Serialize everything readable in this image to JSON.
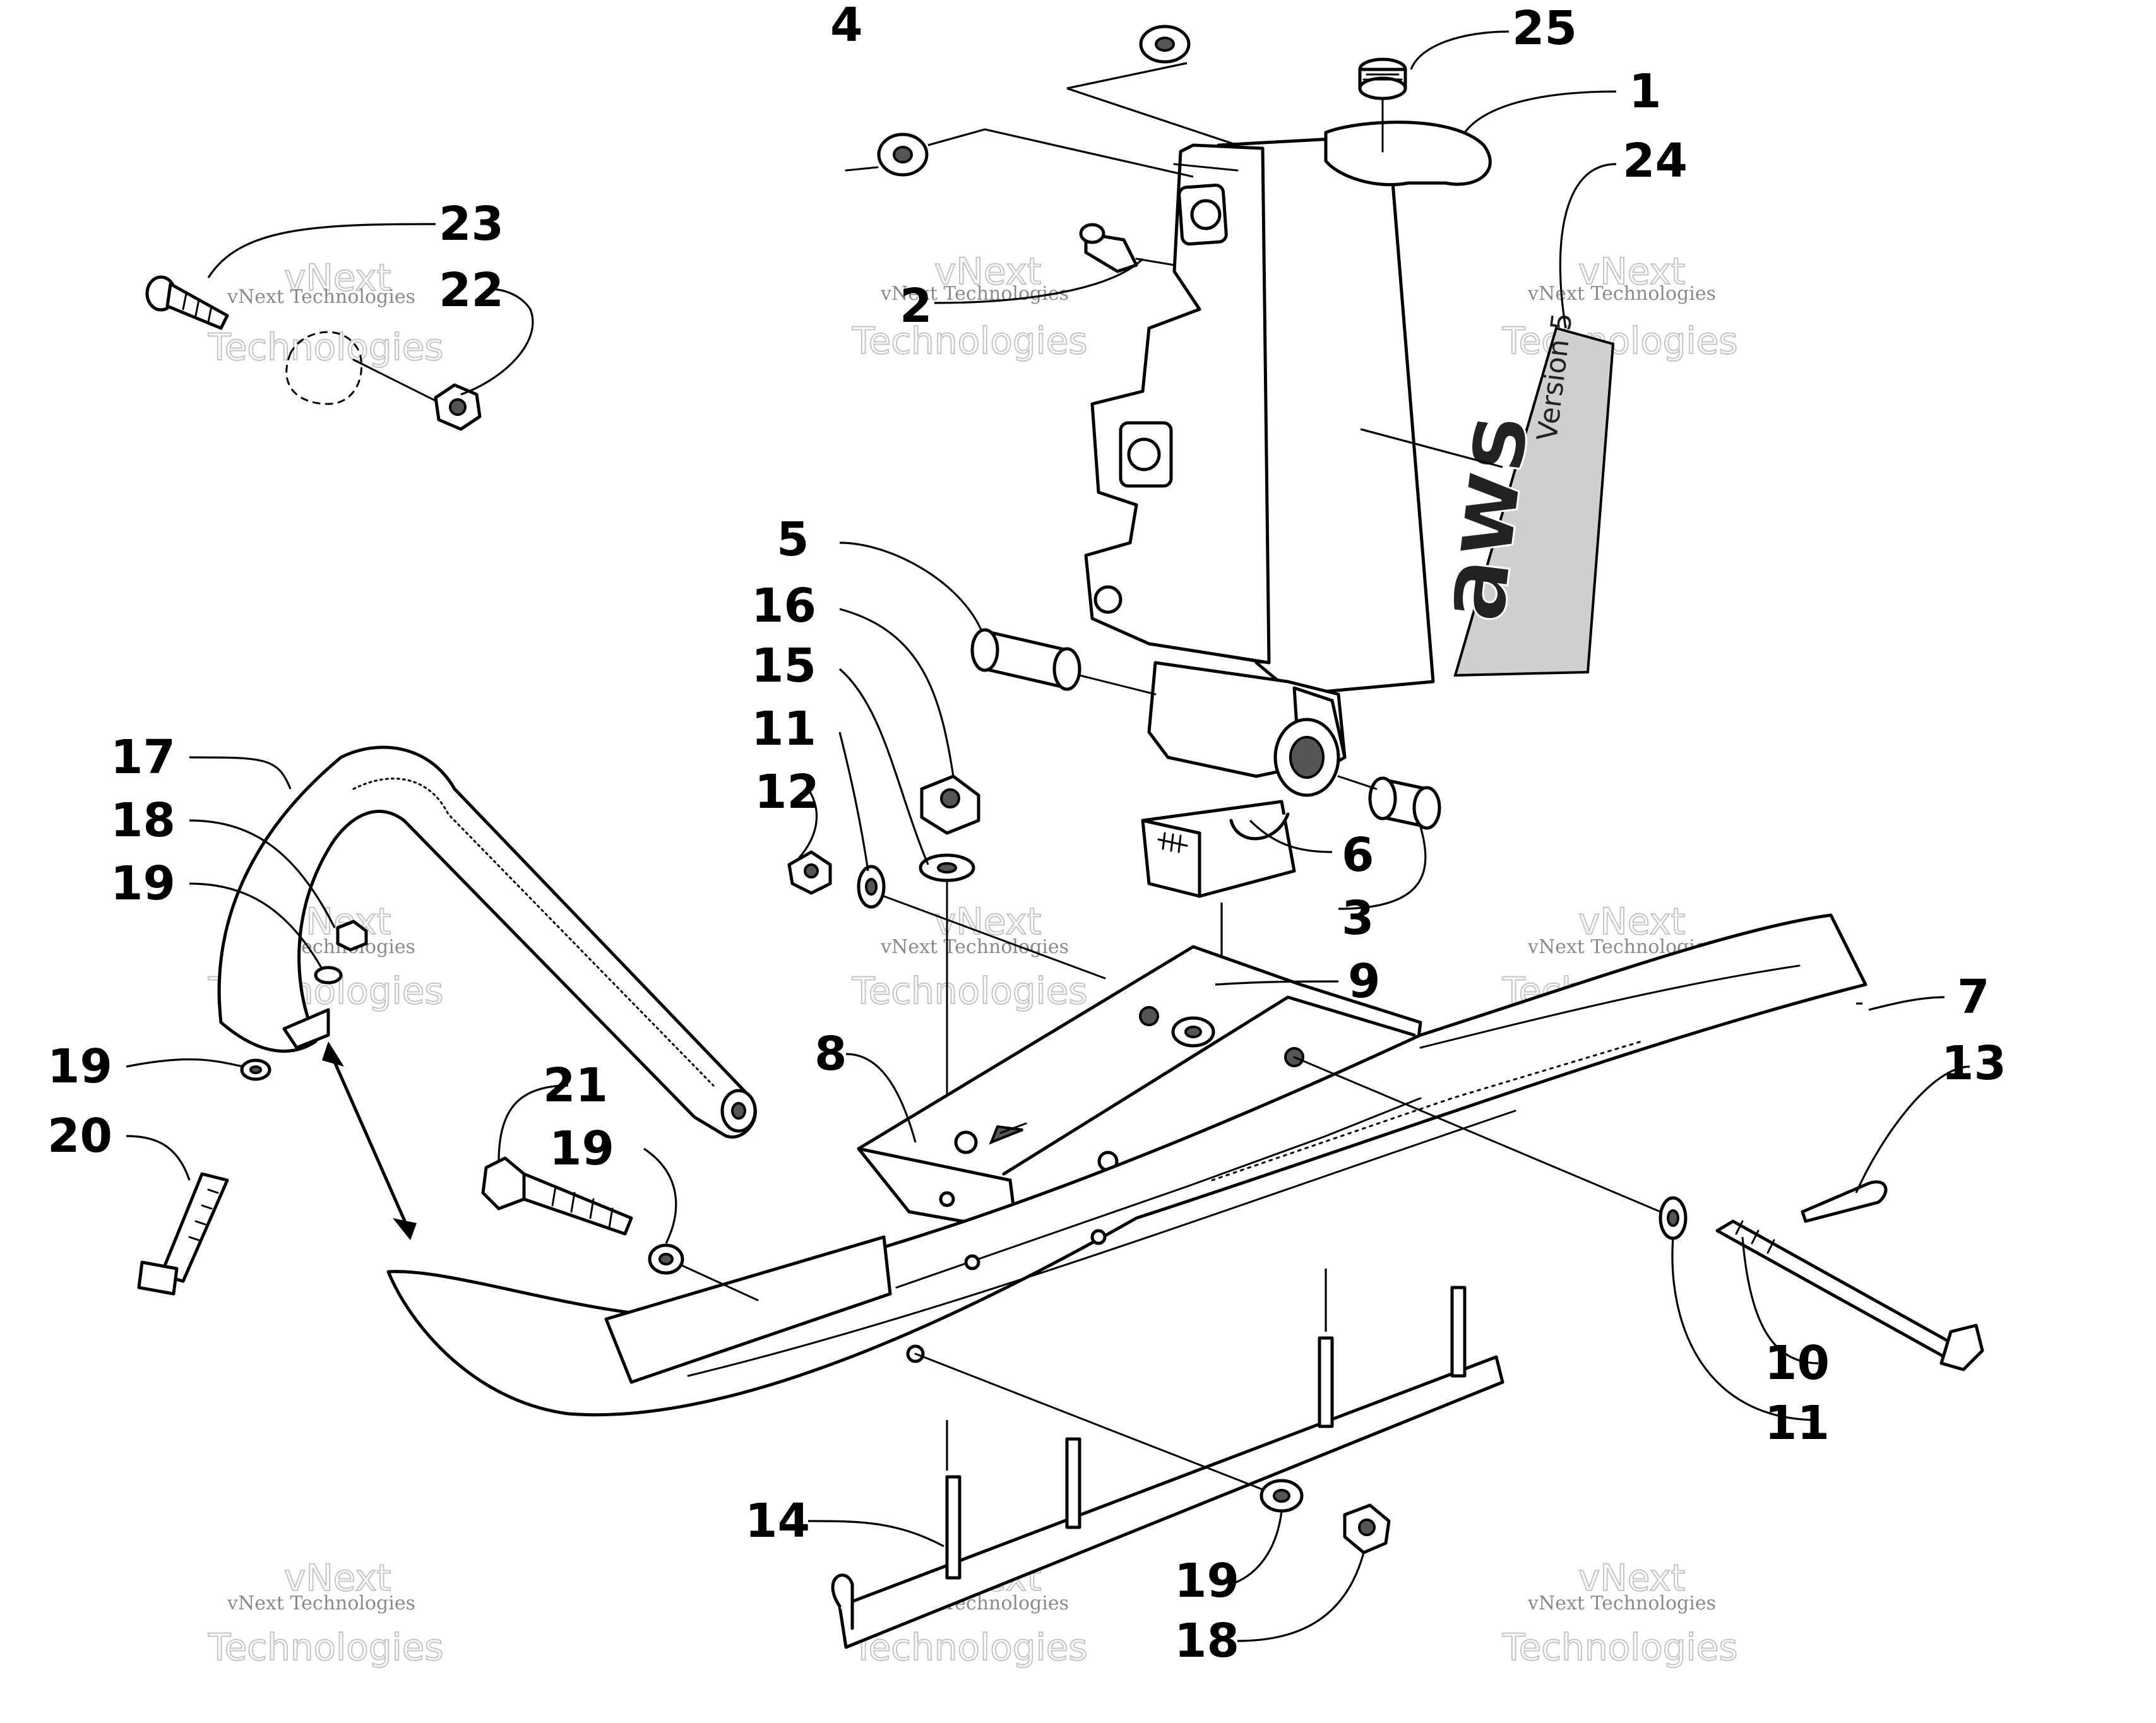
{
  "diagram": {
    "callouts": [
      {
        "id": "c4",
        "text": "4"
      },
      {
        "id": "c25",
        "text": "25"
      },
      {
        "id": "c1",
        "text": "1"
      },
      {
        "id": "c24",
        "text": "24"
      },
      {
        "id": "c23",
        "text": "23"
      },
      {
        "id": "c22",
        "text": "22"
      },
      {
        "id": "c2",
        "text": "2"
      },
      {
        "id": "c5",
        "text": "5"
      },
      {
        "id": "c16",
        "text": "16"
      },
      {
        "id": "c15",
        "text": "15"
      },
      {
        "id": "c11a",
        "text": "11"
      },
      {
        "id": "c12",
        "text": "12"
      },
      {
        "id": "c6",
        "text": "6"
      },
      {
        "id": "c3",
        "text": "3"
      },
      {
        "id": "c17",
        "text": "17"
      },
      {
        "id": "c18a",
        "text": "18"
      },
      {
        "id": "c19a",
        "text": "19"
      },
      {
        "id": "c9",
        "text": "9"
      },
      {
        "id": "c7",
        "text": "7"
      },
      {
        "id": "c8",
        "text": "8"
      },
      {
        "id": "c13",
        "text": "13"
      },
      {
        "id": "c21",
        "text": "21"
      },
      {
        "id": "c19b",
        "text": "19"
      },
      {
        "id": "c19c",
        "text": "19"
      },
      {
        "id": "c20",
        "text": "20"
      },
      {
        "id": "c10",
        "text": "10"
      },
      {
        "id": "c11b",
        "text": "11"
      },
      {
        "id": "c14",
        "text": "14"
      },
      {
        "id": "c19d",
        "text": "19"
      },
      {
        "id": "c18b",
        "text": "18"
      }
    ],
    "decal_text": "aws",
    "decal_subtext": "Version 5",
    "watermark": {
      "line1": "vNext Technologies",
      "big_top": "vNext",
      "big_bottom": "Technologies"
    }
  }
}
